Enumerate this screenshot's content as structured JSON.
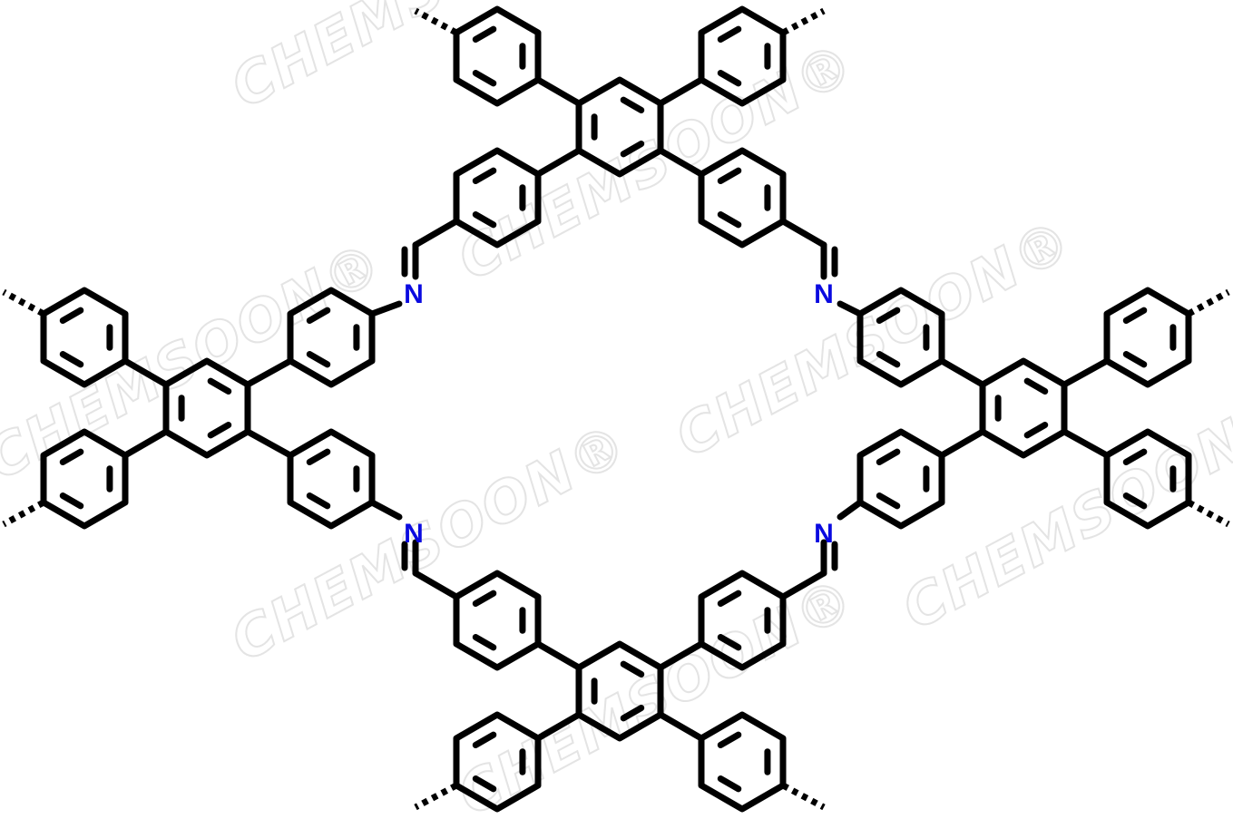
{
  "figure": {
    "type": "chemical-structure",
    "bond_color": "#000000",
    "heteroatom_color": "#0a0ae0",
    "watermark_color": "#e4e4e4"
  },
  "atoms": {
    "imine_nitrogen_symbol": "N"
  },
  "watermark": {
    "text": "CHEMSOON",
    "mark": "®"
  }
}
